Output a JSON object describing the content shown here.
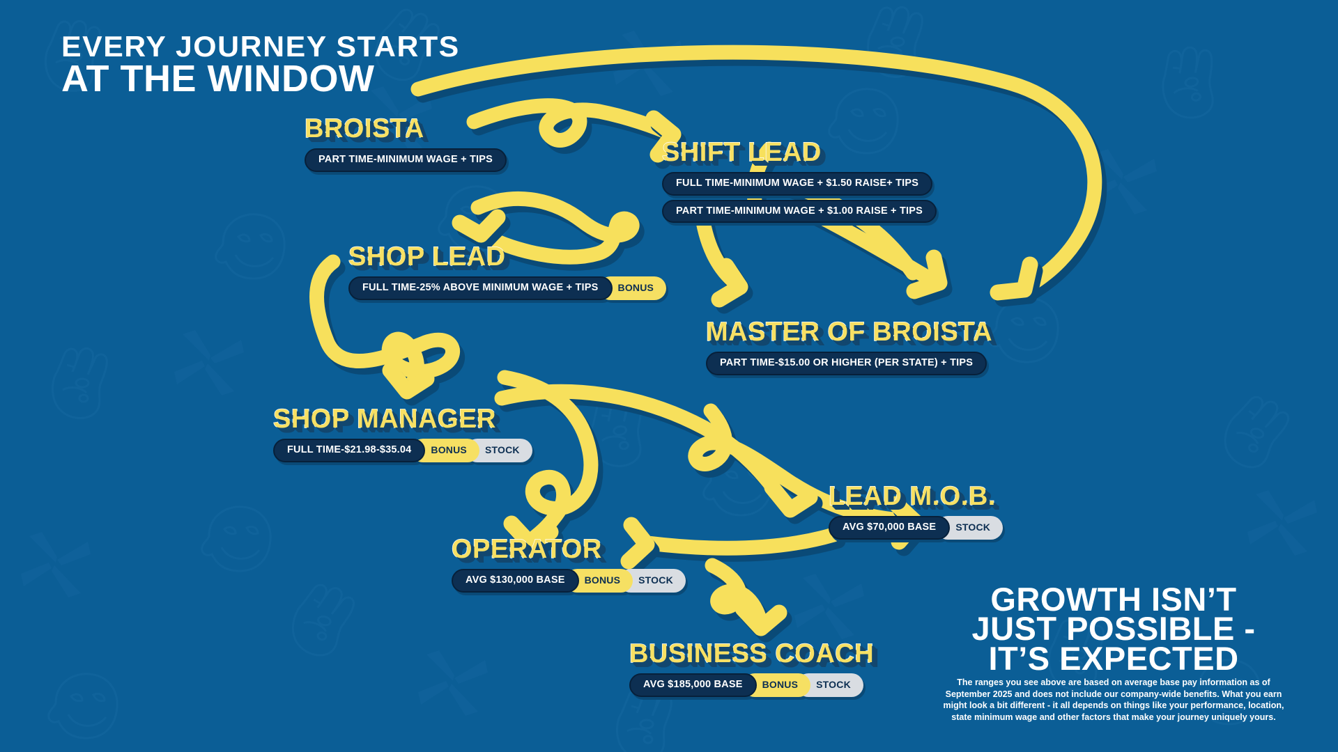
{
  "headline_top": {
    "line1": "EVERY JOURNEY STARTS",
    "line2": "AT THE WINDOW"
  },
  "headline_bottom": {
    "line1": "GROWTH ISN’T",
    "line2": "JUST POSSIBLE -",
    "line3": "IT’S EXPECTED"
  },
  "disclaimer": "The ranges you see above are based on average base pay information as of September 2025 and does not include our company-wide benefits. What you earn might look a bit different - it all depends on things like your performance, location, state minimum wage and other factors that make your journey uniquely yours.",
  "colors": {
    "background_blue": "#0b5e96",
    "arrow_yellow": "#F7E05C",
    "arrow_shadow_navy": "#0a4a77",
    "title_yellow": "#F7E064",
    "pill_navy": "#0d2f52",
    "badge_bonus_yellow": "#F6E063",
    "badge_stock_gray": "#D9DDE2",
    "text_white": "#ffffff"
  },
  "roles": [
    {
      "id": "broista",
      "title": "BROISTA",
      "pills": [
        {
          "text": "PART TIME-MINIMUM WAGE + TIPS",
          "badges": []
        }
      ]
    },
    {
      "id": "shift-lead",
      "title": "SHIFT LEAD",
      "pills": [
        {
          "text": "FULL TIME-MINIMUM WAGE + $1.50 RAISE+ TIPS",
          "badges": []
        },
        {
          "text": "PART TIME-MINIMUM WAGE + $1.00 RAISE  + TIPS",
          "badges": []
        }
      ]
    },
    {
      "id": "shop-lead",
      "title": "SHOP LEAD",
      "pills": [
        {
          "text": "FULL TIME-25% ABOVE MINIMUM WAGE + TIPS",
          "badges": [
            "BONUS"
          ]
        }
      ]
    },
    {
      "id": "master-broista",
      "title": "MASTER OF BROISTA",
      "pills": [
        {
          "text": "PART TIME-$15.00 OR HIGHER (PER STATE) + TIPS",
          "badges": []
        }
      ]
    },
    {
      "id": "shop-manager",
      "title": "SHOP MANAGER",
      "pills": [
        {
          "text": "FULL TIME-$21.98-$35.04",
          "badges": [
            "BONUS",
            "STOCK"
          ]
        }
      ]
    },
    {
      "id": "lead-mob",
      "title": "LEAD M.O.B.",
      "pills": [
        {
          "text": "AVG $70,000 BASE",
          "badges": [
            "STOCK"
          ]
        }
      ]
    },
    {
      "id": "operator",
      "title": "OPERATOR",
      "pills": [
        {
          "text": "AVG  $130,000 BASE",
          "badges": [
            "BONUS",
            "STOCK"
          ]
        }
      ]
    },
    {
      "id": "business-coach",
      "title": "BUSINESS COACH",
      "pills": [
        {
          "text": "AVG $185,000 BASE",
          "badges": [
            "BONUS",
            "STOCK"
          ]
        }
      ]
    }
  ]
}
